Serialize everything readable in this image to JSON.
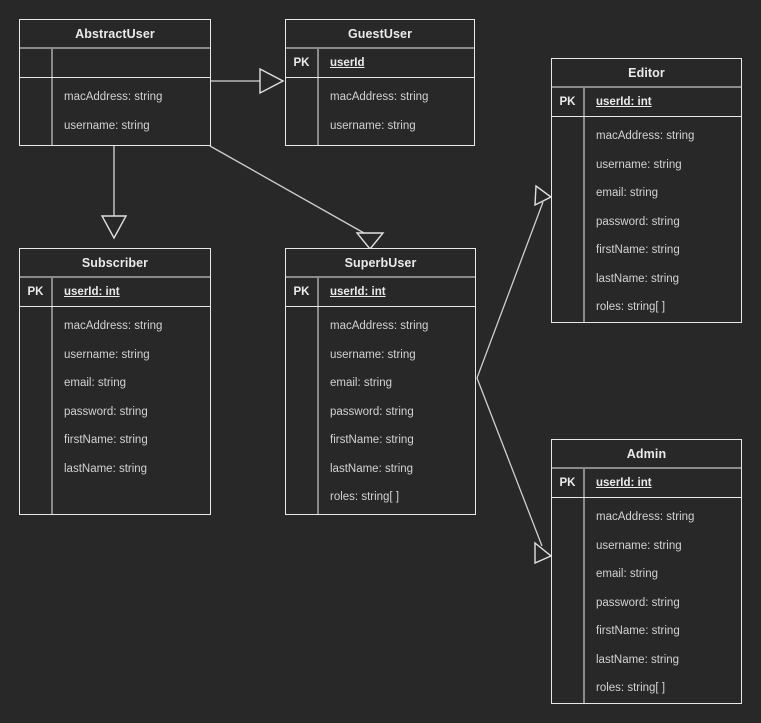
{
  "diagram": {
    "type": "uml-class-diagram",
    "background_color": "#282828",
    "border_color": "#e8e8e8",
    "divider_color": "#8a8a8a",
    "text_color": "#d2d2d2",
    "key_label": "PK"
  },
  "entities": [
    {
      "id": "abstract-user",
      "title": "AbstractUser",
      "key_label": "",
      "key_field": "",
      "attributes": [
        "macAddress: string",
        "username: string"
      ]
    },
    {
      "id": "guest-user",
      "title": "GuestUser",
      "key_label": "PK",
      "key_field": "userId",
      "attributes": [
        "macAddress: string",
        "username: string"
      ]
    },
    {
      "id": "editor",
      "title": "Editor",
      "key_label": "PK",
      "key_field": "userId: int",
      "attributes": [
        "macAddress: string",
        "username: string",
        "email: string",
        "password: string",
        "firstName: string",
        "lastName: string",
        "roles: string[ ]"
      ]
    },
    {
      "id": "subscriber",
      "title": "Subscriber",
      "key_label": "PK",
      "key_field": "userId: int",
      "attributes": [
        "macAddress: string",
        "username: string",
        "email: string",
        "password: string",
        "firstName: string",
        "lastName: string"
      ]
    },
    {
      "id": "superb-user",
      "title": "SuperbUser",
      "key_label": "PK",
      "key_field": "userId: int",
      "attributes": [
        "macAddress: string",
        "username: string",
        "email: string",
        "password: string",
        "firstName: string",
        "lastName: string",
        "roles: string[ ]"
      ]
    },
    {
      "id": "admin",
      "title": "Admin",
      "key_label": "PK",
      "key_field": "userId: int",
      "attributes": [
        "macAddress: string",
        "username: string",
        "email: string",
        "password: string",
        "firstName: string",
        "lastName: string",
        "roles: string[ ]"
      ]
    }
  ],
  "relationships": [
    {
      "id": "abstractuser-to-guestuser",
      "from": "abstract-user",
      "to": "guest-user",
      "kind": "generalization"
    },
    {
      "id": "abstractuser-to-subscriber",
      "from": "abstract-user",
      "to": "subscriber",
      "kind": "generalization"
    },
    {
      "id": "abstractuser-to-superbuser",
      "from": "abstract-user",
      "to": "superb-user",
      "kind": "generalization"
    },
    {
      "id": "superbuser-to-editor",
      "from": "superb-user",
      "to": "editor",
      "kind": "generalization"
    },
    {
      "id": "superbuser-to-admin",
      "from": "superb-user",
      "to": "admin",
      "kind": "generalization"
    }
  ]
}
